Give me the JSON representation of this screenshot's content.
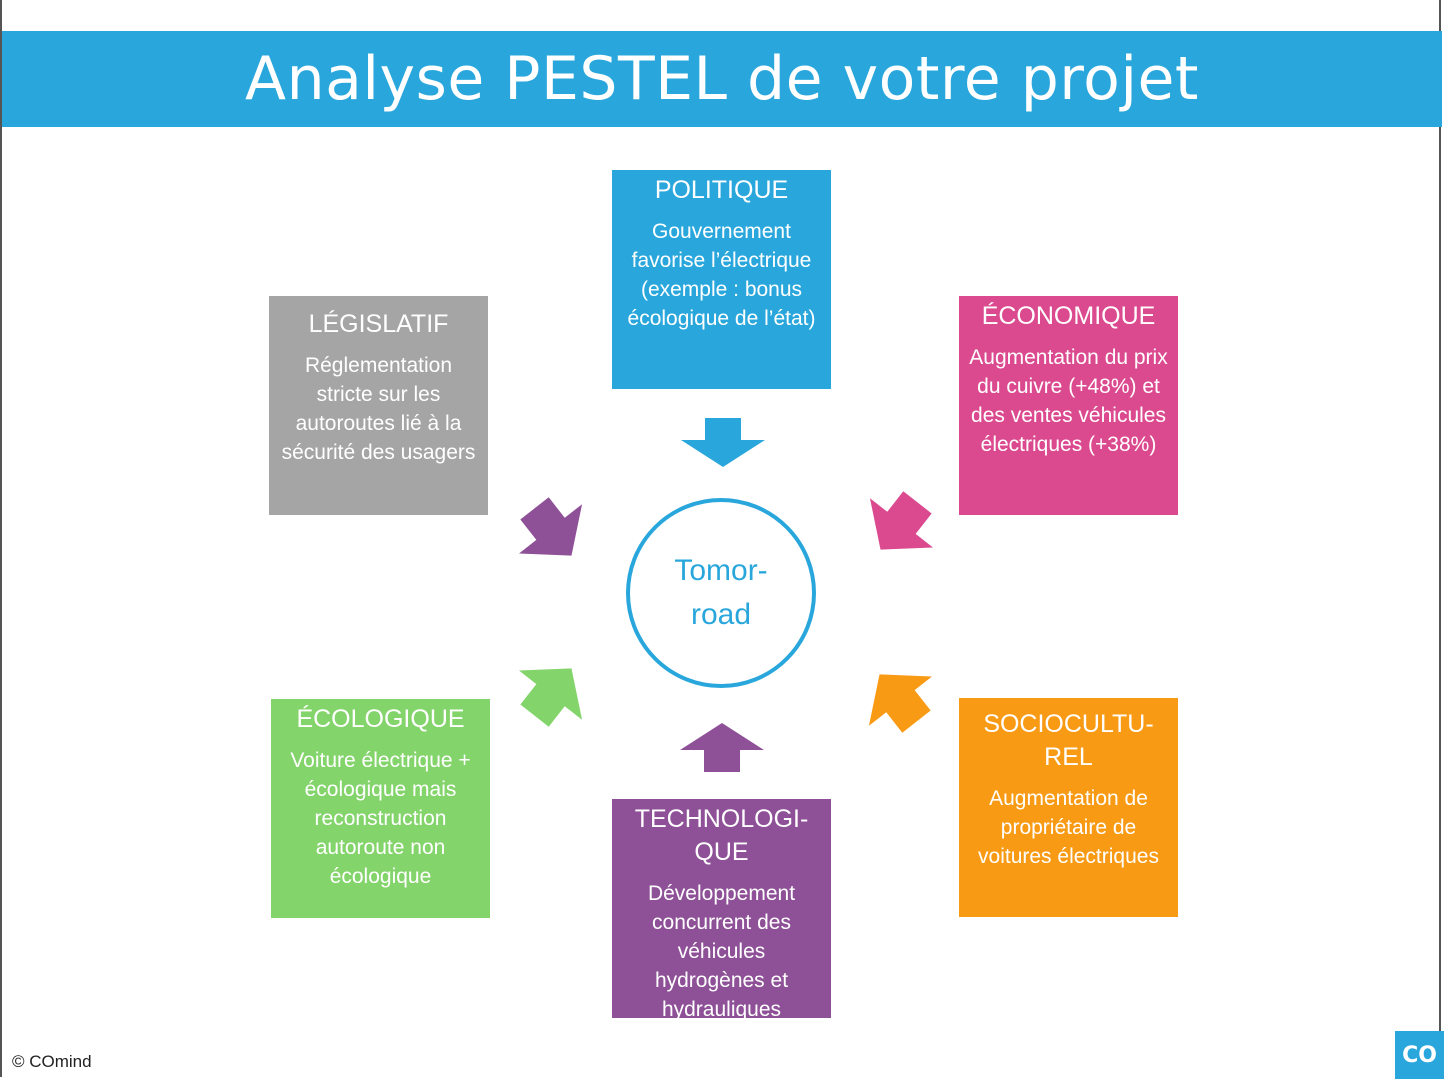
{
  "title": "Analyse PESTEL de votre projet",
  "center_label": "Tomor-road",
  "boxes": {
    "politique": {
      "heading": "POLITIQUE",
      "text": "Gouvernement favorise l’électrique (exemple : bonus écologique de l’état)",
      "color": "#29a7dc"
    },
    "legislatif": {
      "heading": "LÉGISLATIF",
      "text": "Réglementation stricte sur les autoroutes lié à la sécurité des usagers",
      "color": "#a5a5a5"
    },
    "economique": {
      "heading": "ÉCONOMIQUE",
      "text": "Augmentation du prix du cuivre (+48%) et des ventes véhicules électriques (+38%)",
      "color": "#db4a8f"
    },
    "ecologique": {
      "heading": "ÉCOLOGIQUE",
      "text": "Voiture électrique + écologique mais reconstruction autoroute non écologique",
      "color": "#84d46c"
    },
    "socioculturel": {
      "heading": "SOCIOCULTU-REL",
      "text": "Augmentation de propriétaire de voitures électriques",
      "color": "#f89a14"
    },
    "technologique": {
      "heading": "TECHNOLOGI-QUE",
      "text": "Développement concurrent des véhicules hydrogènes et hydrauliques",
      "color": "#8e5097"
    }
  },
  "footer": "© COmind",
  "logo_text": "CO"
}
